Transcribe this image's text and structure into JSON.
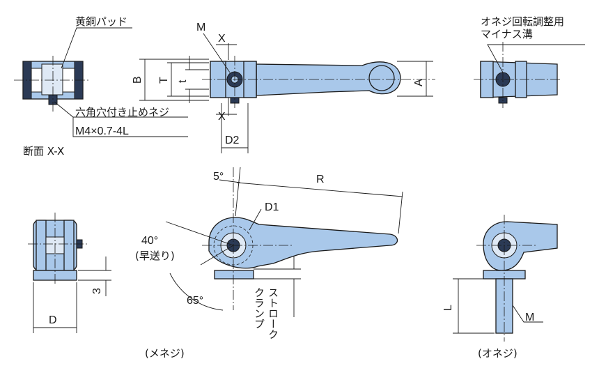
{
  "labels": {
    "brass_pad": "黄銅パッド",
    "hex_socket_set_screw": "六角穴付き止めネジ",
    "screw_spec": "M4×0.7-4L",
    "section": "断面 X-X",
    "male_thread_groove": "オネジ回転調整用",
    "minus_groove": "マイナス溝",
    "early_feed": "(早送り)",
    "female_caption": "(メネジ)",
    "male_caption": "(オネジ)",
    "clamp_stroke_1": "クランプ",
    "clamp_stroke_2": "ストローク"
  },
  "dims": {
    "M_top": "M",
    "X_top": "X",
    "X_bottom": "X",
    "B": "B",
    "T": "T",
    "t": "t",
    "D2": "D2",
    "A": "A",
    "angle_5": "5°",
    "R": "R",
    "D1": "D1",
    "angle_40": "40°",
    "angle_65": "65°",
    "three": "3",
    "D": "D",
    "L": "L",
    "M_right": "M"
  }
}
